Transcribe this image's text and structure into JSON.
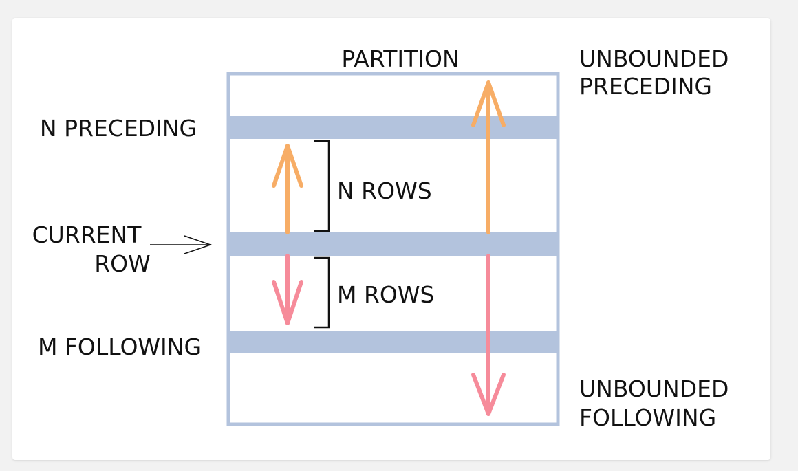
{
  "labels": {
    "partition": "PARTITION",
    "unbounded_preceding_line1": "UNBOUNDED",
    "unbounded_preceding_line2": "PRECEDING",
    "n_preceding": "N PRECEDING",
    "n_rows": "N ROWS",
    "current_row_line1": "CURRENT",
    "current_row_line2": "ROW",
    "m_rows": "M ROWS",
    "m_following": "M FOLLOWING",
    "unbounded_following_line1": "UNBOUNDED",
    "unbounded_following_line2": "FOLLOWING"
  },
  "colors": {
    "frame": "#b3c3dd",
    "preceding_arrow": "#f7ad66",
    "following_arrow": "#f68b9a",
    "text": "#111111",
    "background": "#ffffff"
  }
}
